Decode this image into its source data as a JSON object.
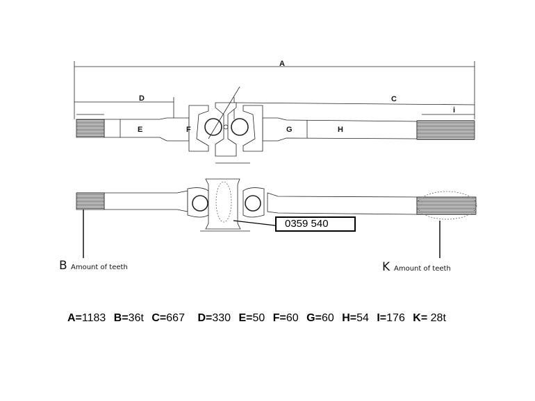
{
  "drawing": {
    "top_view_labels": {
      "A": "A",
      "D": "D",
      "C": "C",
      "I": "i",
      "E": "E",
      "F": "F",
      "G": "G",
      "H": "H"
    },
    "part_number": "0359 540",
    "callouts": [
      {
        "letter": "B",
        "text": "Amount of teeth"
      },
      {
        "letter": "K",
        "text": "Amount of teeth"
      }
    ]
  },
  "specs": [
    {
      "key": "A=",
      "value": "1183"
    },
    {
      "key": "B=",
      "value": "36t"
    },
    {
      "key": "C=",
      "value": "667"
    },
    {
      "key": "D=",
      "value": "330"
    },
    {
      "key": "E=",
      "value": "50"
    },
    {
      "key": "F=",
      "value": "60"
    },
    {
      "key": "G=",
      "value": "60"
    },
    {
      "key": "H=",
      "value": "54"
    },
    {
      "key": "I=",
      "value": "176"
    },
    {
      "key": "K=",
      "value": " 28t"
    }
  ]
}
